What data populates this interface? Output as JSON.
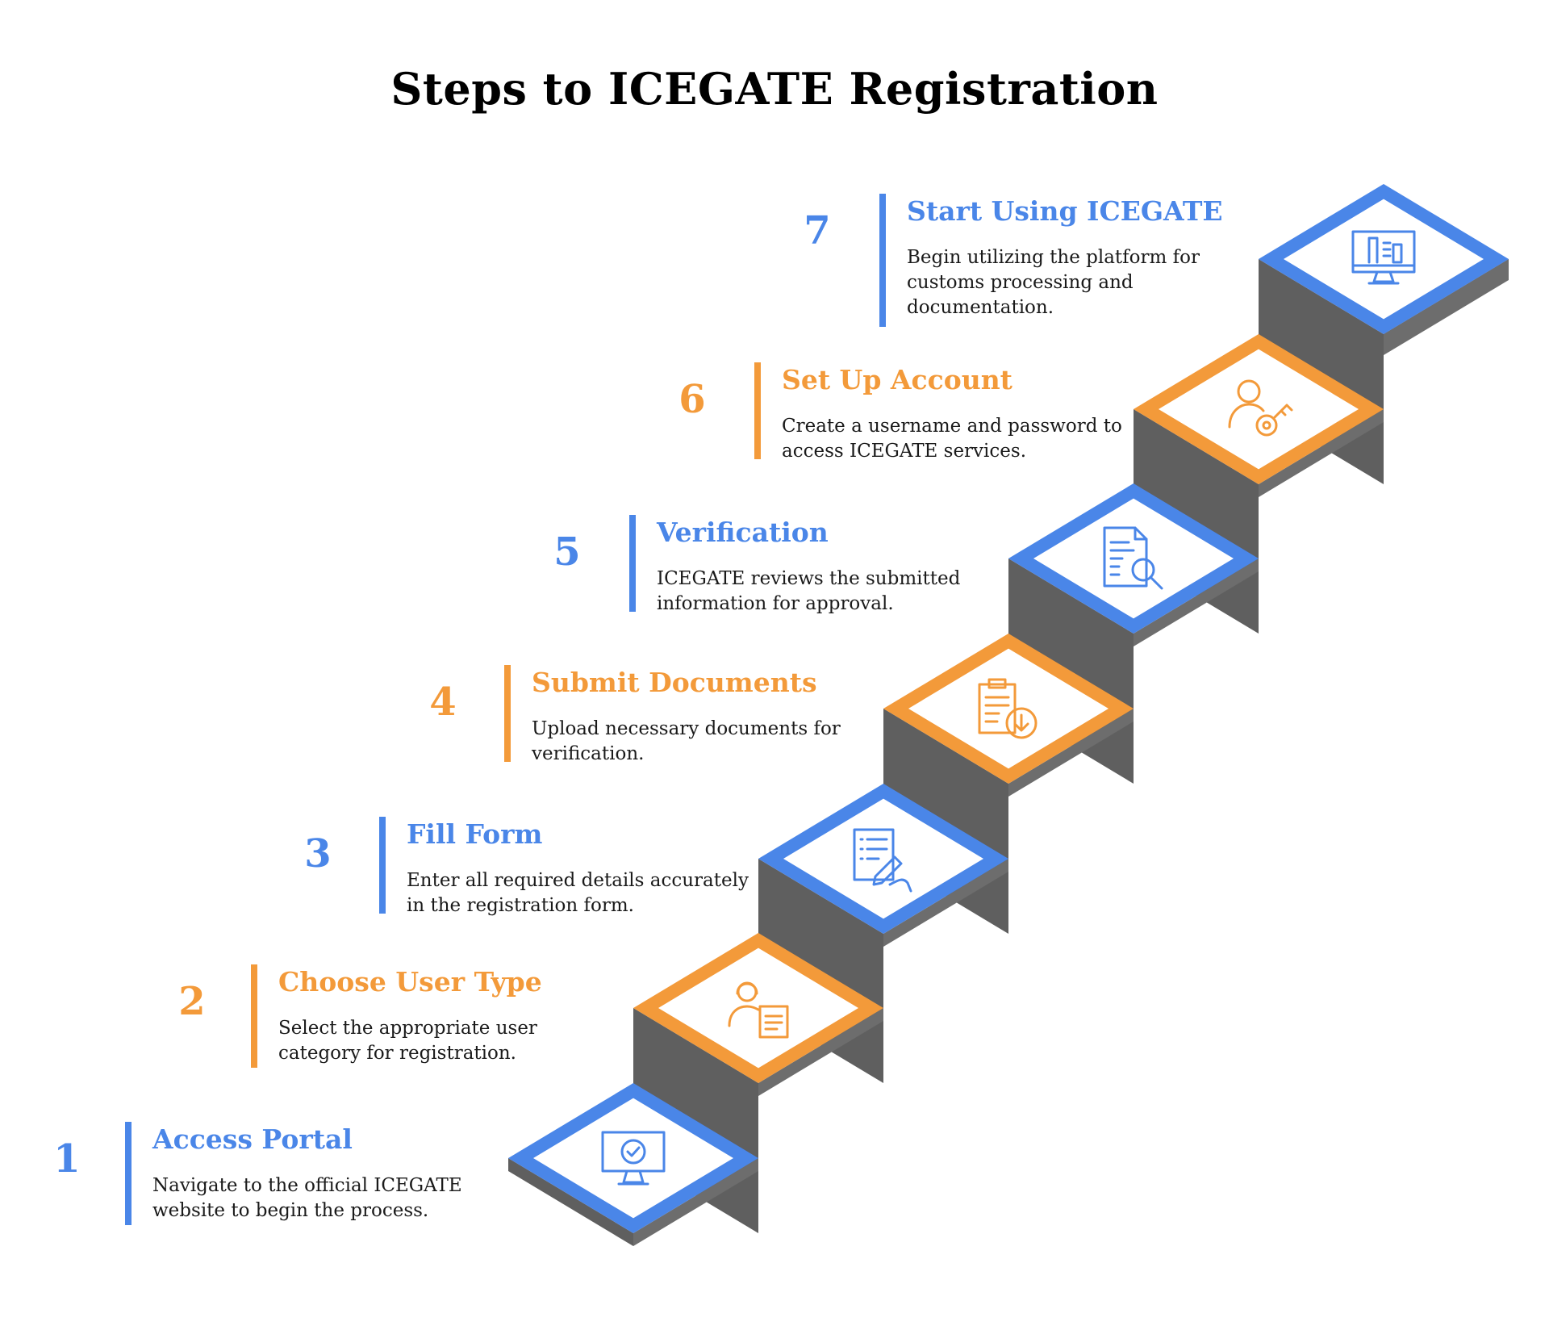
{
  "title": "Steps to ICEGATE Registration",
  "colors": {
    "blue": "#4a86e8",
    "orange": "#f39a3a",
    "riser_dark": "#5f5f5f",
    "riser_side": "#6d6d6d",
    "white": "#ffffff"
  },
  "steps": [
    {
      "number": "1",
      "title": "Access Portal",
      "description": "Navigate to the official ICEGATE website to begin the process.",
      "color": "blue",
      "icon": "monitor-check-icon"
    },
    {
      "number": "2",
      "title": "Choose User Type",
      "description": "Select the appropriate user category for registration.",
      "color": "orange",
      "icon": "user-document-icon"
    },
    {
      "number": "3",
      "title": "Fill Form",
      "description": "Enter all required details accurately in the registration form.",
      "color": "blue",
      "icon": "form-writing-icon"
    },
    {
      "number": "4",
      "title": "Submit Documents",
      "description": "Upload necessary documents for verification.",
      "color": "orange",
      "icon": "clipboard-download-icon"
    },
    {
      "number": "5",
      "title": "Verification",
      "description": "ICEGATE reviews the submitted information for approval.",
      "color": "blue",
      "icon": "document-search-icon"
    },
    {
      "number": "6",
      "title": "Set Up Account",
      "description": "Create a username and password to access ICEGATE services.",
      "color": "orange",
      "icon": "user-key-icon"
    },
    {
      "number": "7",
      "title": "Start Using ICEGATE",
      "description": "Begin utilizing the platform for customs processing and documentation.",
      "color": "blue",
      "icon": "monitor-dashboard-icon"
    }
  ]
}
